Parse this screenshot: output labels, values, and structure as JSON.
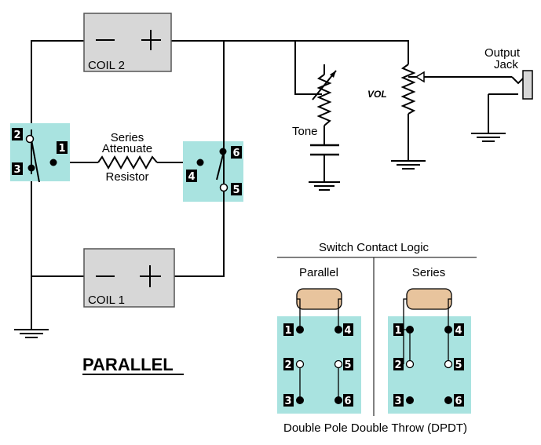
{
  "labels": {
    "coil2": "COIL 2",
    "coil1": "COIL 1",
    "coil_minus": "—",
    "coil_plus": "+",
    "series_line1": "Series",
    "series_line2": "Attenuate",
    "series_line3": "Resistor",
    "tone": "Tone",
    "vol": "VOL",
    "output_line1": "Output",
    "output_line2": "Jack",
    "mode": "PARALLEL",
    "logic_title": "Switch Contact Logic",
    "logic_parallel": "Parallel",
    "logic_series": "Series",
    "dpdt": "Double Pole Double Throw (DPDT)"
  },
  "pins": {
    "p1": "1",
    "p2": "2",
    "p3": "3",
    "p4": "4",
    "p5": "5",
    "p6": "6"
  },
  "colors": {
    "switch_fill": "#a9e3e0",
    "coil_fill": "#d7d7d7",
    "resistor_fill": "#e8c49d",
    "wire": "#000000",
    "pin_badge": "#000000"
  }
}
